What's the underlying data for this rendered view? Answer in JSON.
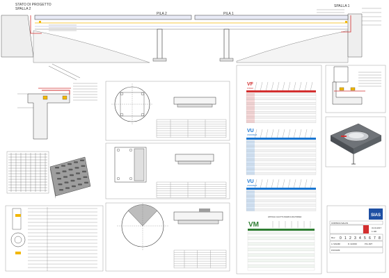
{
  "elevation": {
    "stato_label": "STATO DI PROGETTO",
    "spalla2_label": "SPALLA 2",
    "pila2_label": "PILA 2",
    "pila1_label": "PILA 1",
    "spalla1_label": "SPALLA 1"
  },
  "tables": {
    "vf_code": "VF",
    "vf_sub": "FISSO",
    "vu_code_a": "VU",
    "vu_sub_a": "UNIDIREZ.",
    "vu_code_b": "VU",
    "vu_sub_b": "UNIDIREZ.",
    "vm_code": "VM",
    "vm_sub": "APPOGGI CALOTTA SFERICA MULTIDIREZ.",
    "vf_color": "#d32f2f",
    "vu_color": "#1976d2",
    "vm_color": "#2e7d32"
  },
  "title_block": {
    "company": "SIAS",
    "name_box": "CORSICA SALUS",
    "rev_label": "Rev. ",
    "rev_numbers": [
      "0",
      "1",
      "2",
      "3",
      "4",
      "5",
      "6",
      "7",
      "8"
    ],
    "scale_label": "1:100",
    "date_label": "31.01.2017",
    "signature_a": "A. SAVAINI",
    "signature_b": "R. GIUDICI",
    "dept": "PCL-SRT",
    "firm": "ZUCCHINI"
  },
  "colors": {
    "rebar": "#d32f2f",
    "bearing": "#f2b705",
    "deck": "#9fa8da",
    "line": "#333333"
  }
}
